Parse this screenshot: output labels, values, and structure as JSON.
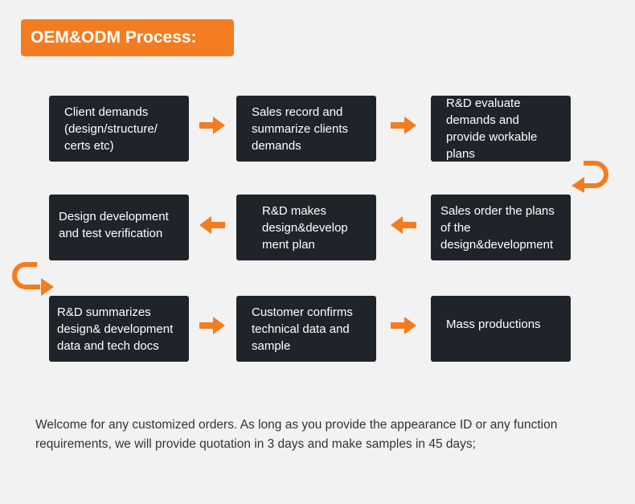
{
  "title": "OEM&ODM Process:",
  "steps": [
    "Client demands\n(design/structure/\ncerts etc)",
    "Sales record and\nsummarize clients\n demands",
    "R&D evaluate\ndemands and\n provide workable\nplans",
    "Sales order the plans\nof the\ndesign&development",
    "R&D makes\ndesign&develop\nment plan",
    "Design development\nand test verification",
    "R&D summarizes\ndesign& development\n data and tech docs",
    "Customer confirms\ntechnical data and\n sample",
    "Mass productions"
  ],
  "footer": "Welcome for any customized orders. As long as you provide the appearance ID or any function requirements, we will provide  quotation in 3 days and make samples in 45 days;",
  "colors": {
    "accent": "#f47c20",
    "box": "#1f242b"
  }
}
